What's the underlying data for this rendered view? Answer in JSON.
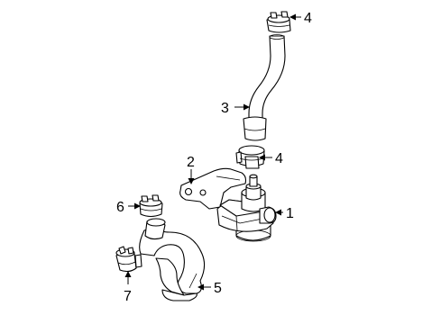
{
  "diagram": {
    "callouts": [
      {
        "id": "c4a",
        "label": "4"
      },
      {
        "id": "c3",
        "label": "3"
      },
      {
        "id": "c2",
        "label": "2"
      },
      {
        "id": "c4b",
        "label": "4"
      },
      {
        "id": "c1",
        "label": "1"
      },
      {
        "id": "c6",
        "label": "6"
      },
      {
        "id": "c5",
        "label": "5"
      },
      {
        "id": "c7",
        "label": "7"
      }
    ],
    "colors": {
      "line": "#000000",
      "background": "#ffffff"
    }
  }
}
